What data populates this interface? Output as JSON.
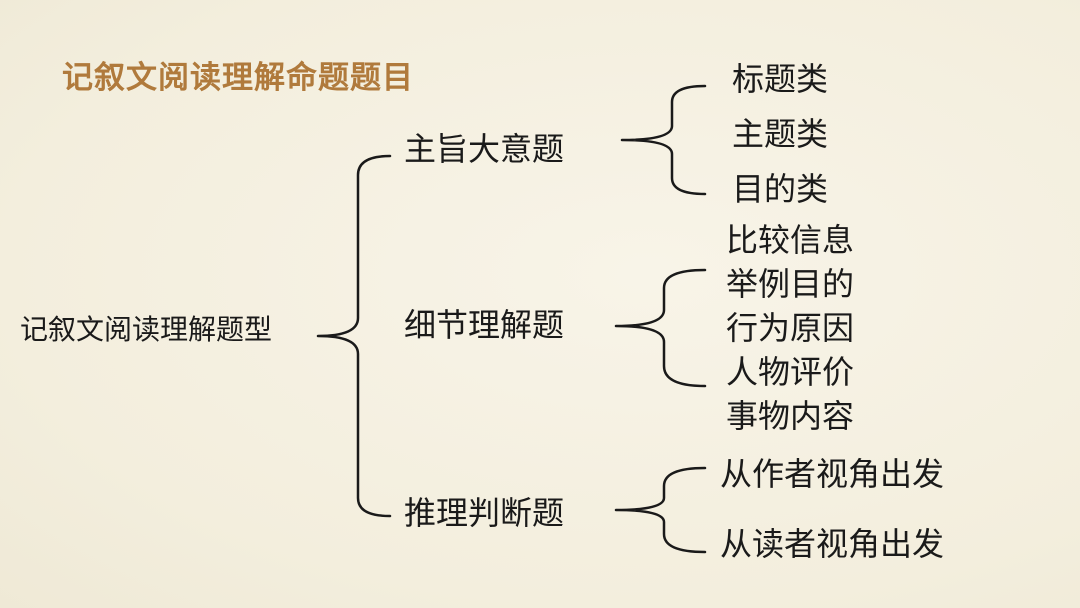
{
  "title": "记叙文阅读理解命题题目",
  "root": "记叙文阅读理解题型",
  "branches": [
    {
      "label": "主旨大意题",
      "children": [
        "标题类",
        "主题类",
        "目的类"
      ]
    },
    {
      "label": "细节理解题",
      "children": [
        "比较信息",
        "举例目的",
        "行为原因",
        "人物评价",
        "事物内容"
      ]
    },
    {
      "label": "推理判断题",
      "children": [
        "从作者视角出发",
        "从读者视角出发"
      ]
    }
  ],
  "colors": {
    "title": "#b07a3c",
    "background": "#f5f1e3",
    "text": "#1a1a1a"
  }
}
